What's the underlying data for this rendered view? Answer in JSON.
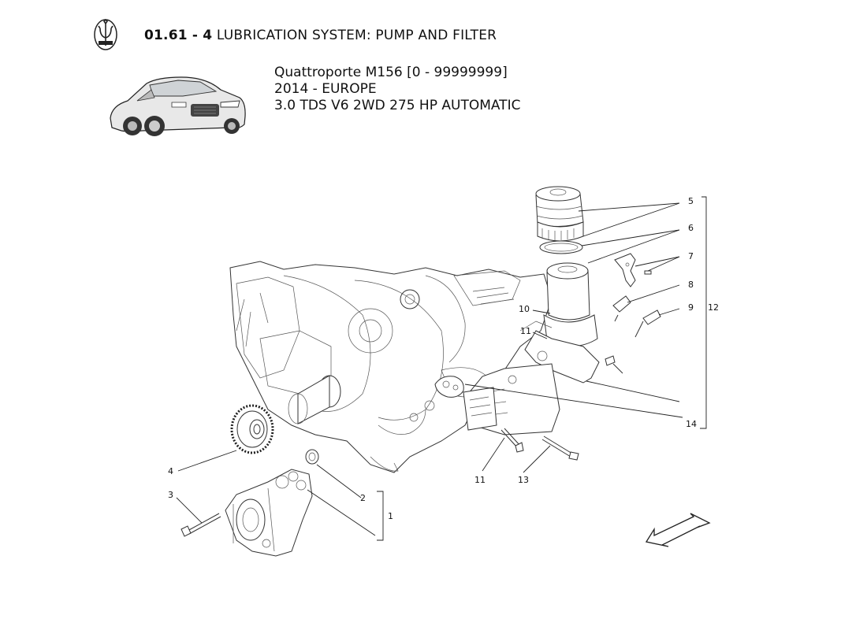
{
  "header": {
    "code": "01.61 - 4",
    "title": "LUBRICATION SYSTEM: PUMP AND FILTER"
  },
  "model": {
    "line1": "Quattroporte M156 [0 - 99999999]",
    "line2": "2014 - EUROPE",
    "line3": "3.0 TDS V6 2WD 275 HP AUTOMATIC"
  },
  "callouts": {
    "c1": "1",
    "c2": "2",
    "c3": "3",
    "c4": "4",
    "c5": "5",
    "c6": "6",
    "c7": "7",
    "c8": "8",
    "c9": "9",
    "c10": "10",
    "c11a": "11",
    "c11b": "11",
    "c12": "12",
    "c13": "13",
    "c14": "14"
  },
  "icons": {
    "logo": "maserati-trident-icon",
    "car": "car-thumbnail",
    "direction": "direction-arrow-icon"
  }
}
